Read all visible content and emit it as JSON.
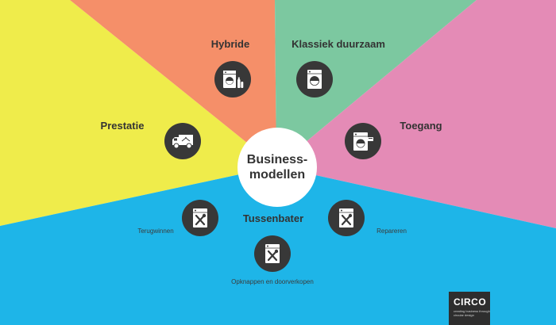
{
  "diagram": {
    "center": {
      "line1": "Business-",
      "line2": "modellen"
    },
    "segments": [
      {
        "key": "hybride",
        "label": "Hybride",
        "color": "#F58F69",
        "icon": "washing-machine-with-bottles-icon"
      },
      {
        "key": "klassiek",
        "label": "Klassiek duurzaam",
        "color": "#7CC8A0",
        "icon": "washing-machine-icon"
      },
      {
        "key": "toegang",
        "label": "Toegang",
        "color": "#E48BB6",
        "icon": "washing-machine-with-card-icon"
      },
      {
        "key": "prestatie",
        "label": "Prestatie",
        "color": "#EFEC4B",
        "icon": "delivery-truck-icon"
      },
      {
        "key": "tussenbater",
        "label": "Tussenbater",
        "color": "#1EB5E8",
        "icon": "repair-tools-icon"
      }
    ],
    "sub_items": [
      {
        "label": "Terugwinnen",
        "icon": "wrench-screwdriver-icon"
      },
      {
        "label": "Opknappen en doorverkopen",
        "icon": "wrench-screwdriver-icon"
      },
      {
        "label": "Repareren",
        "icon": "wrench-screwdriver-icon"
      }
    ]
  },
  "logo": {
    "name": "CIRCO",
    "tagline_1": "creating business through",
    "tagline_2": "circular design"
  }
}
